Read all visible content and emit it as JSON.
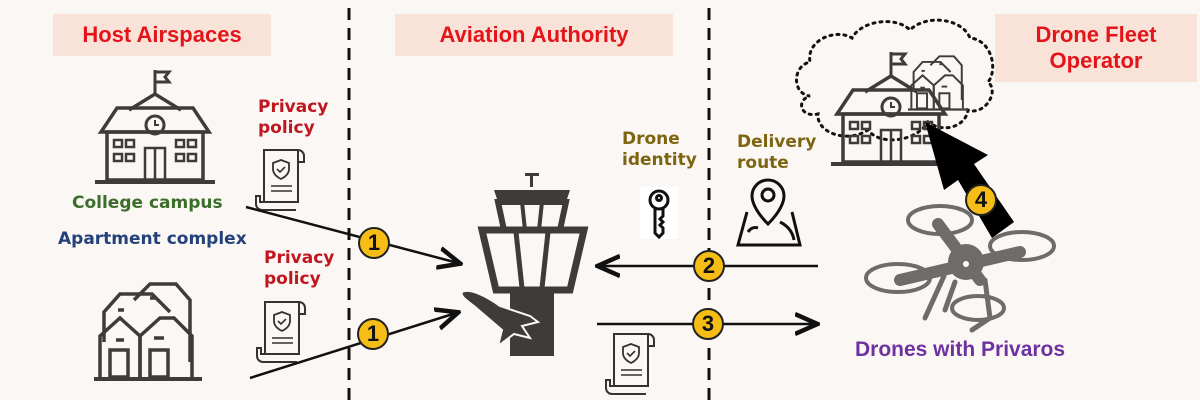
{
  "sections": {
    "host_airspaces": "Host Airspaces",
    "aviation_authority": "Aviation Authority",
    "drone_fleet_operator": "Drone Fleet Operator"
  },
  "entities": {
    "college_campus": "College campus",
    "apartment_complex": "Apartment complex",
    "drones": "Drones with Privaros"
  },
  "artifacts": {
    "privacy_policy_1": "Privacy policy",
    "privacy_policy_2": "Privacy policy",
    "drone_identity": "Drone identity",
    "delivery_route": "Delivery route"
  },
  "steps": [
    "1",
    "1",
    "2",
    "3",
    "4"
  ],
  "colors": {
    "header_bg": "#f9e3d8",
    "header_text": "#e3151b",
    "badge": "#f6bd16",
    "icon_gray": "#3f3b3a"
  }
}
